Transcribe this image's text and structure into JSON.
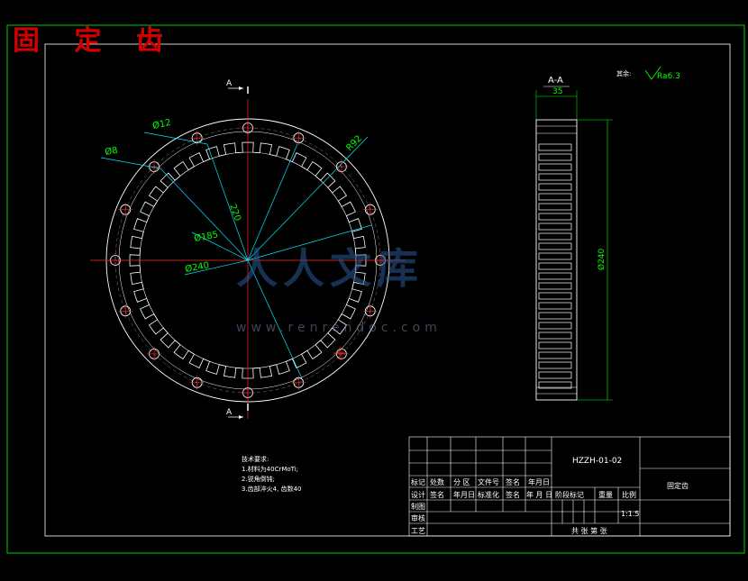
{
  "title_handwritten": "固 定 齿",
  "watermark": {
    "text": "人人文库",
    "url": "www.renrendoc.com"
  },
  "section": {
    "label": "A-A",
    "cut_label_top": "A",
    "cut_label_bottom": "A",
    "width_dim": "35",
    "height_dim": "Ø240"
  },
  "roughness": {
    "prefix": "其余:",
    "value": "Ra6.3"
  },
  "dimensions": {
    "hole_dia": "Ø12",
    "hole_dia_small": "Ø8",
    "radius": "R92",
    "bolt_circle": "220",
    "inner_dia": "Ø185",
    "outer_dia": "Ø240"
  },
  "notes": {
    "heading": "技术要求:",
    "lines": [
      "1.材料为40CrMoTi;",
      "2.锐角倒钝;",
      "3.齿部淬火4, 齿数40"
    ]
  },
  "title_block": {
    "drawing_no": "HZZH-01-02",
    "part_name": "固定齿",
    "row_labels": [
      "标记",
      "处数",
      "分 区",
      "文件号",
      "签名",
      "年月日"
    ],
    "design_row": [
      "设计",
      "签名",
      "年月日",
      "标准化",
      "签名",
      "年 月 日"
    ],
    "left_col": [
      "制图",
      "审核",
      "工艺"
    ],
    "stage_header": [
      "阶段标记",
      "重量",
      "比例"
    ],
    "scale": "1:1.5",
    "sheets": "共  张 第  张"
  },
  "colors": {
    "outline": "#ffffff",
    "dim": "#00ff00",
    "leader": "#00e5ff",
    "center": "#ff2a2a",
    "border": "#00cc00",
    "hand": "#d40000"
  }
}
